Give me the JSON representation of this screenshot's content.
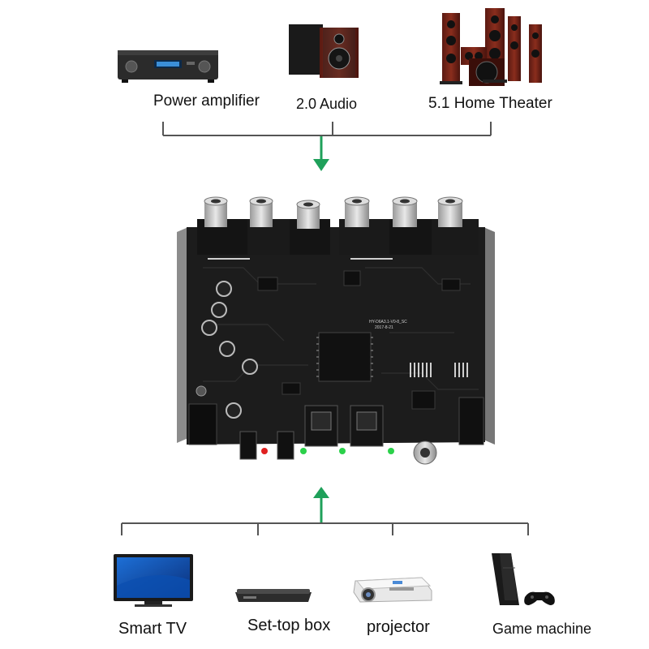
{
  "outputs": [
    {
      "label": "Power amplifier",
      "icon": "amplifier-icon"
    },
    {
      "label": "2.0 Audio",
      "icon": "bookshelf-speakers-icon"
    },
    {
      "label": "5.1 Home Theater",
      "icon": "home-theater-speakers-icon"
    }
  ],
  "inputs": [
    {
      "label": "Smart TV",
      "icon": "tv-icon"
    },
    {
      "label": "Set-top box",
      "icon": "set-top-box-icon"
    },
    {
      "label": "projector",
      "icon": "projector-icon"
    },
    {
      "label": "Game machine",
      "icon": "game-console-icon"
    }
  ],
  "board": {
    "chip_text_1": "HY-D6A3.1-V0-8_SC",
    "chip_text_2": "2017-8-21"
  },
  "colors": {
    "arrow": "#1fa05a",
    "lines": "#555555",
    "board": "#1c1c1c"
  }
}
